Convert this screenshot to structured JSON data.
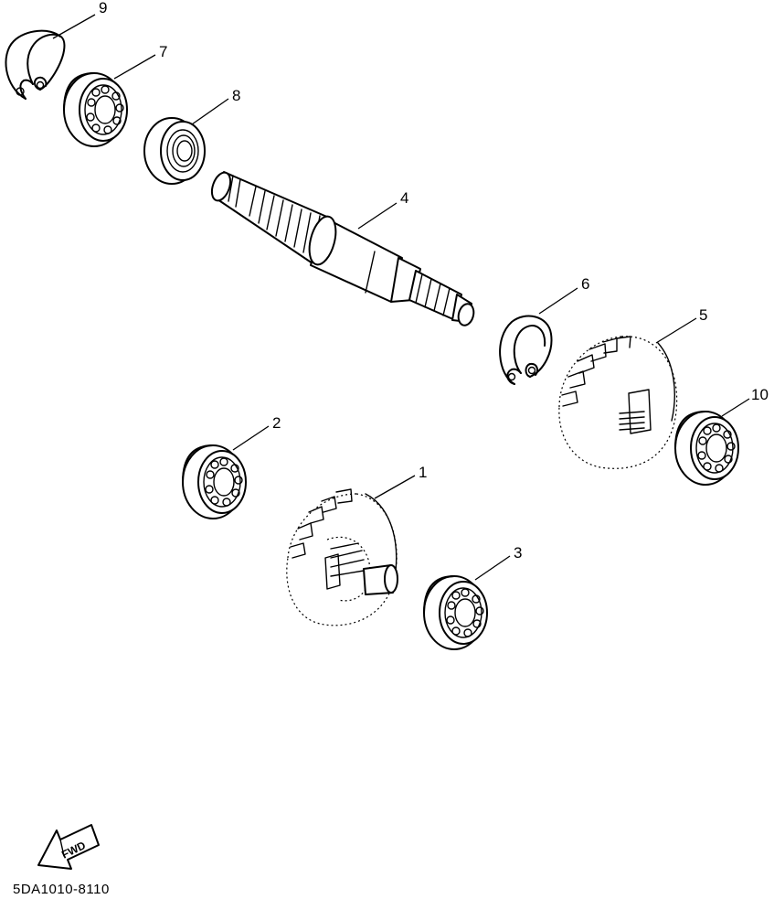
{
  "diagram": {
    "code": "5DA1010-8110",
    "fwd_label": "FWD",
    "callouts": [
      {
        "id": "1",
        "text": "1"
      },
      {
        "id": "2",
        "text": "2"
      },
      {
        "id": "3",
        "text": "3"
      },
      {
        "id": "4",
        "text": "4"
      },
      {
        "id": "5",
        "text": "5"
      },
      {
        "id": "6",
        "text": "6"
      },
      {
        "id": "7",
        "text": "7"
      },
      {
        "id": "8",
        "text": "8"
      },
      {
        "id": "9",
        "text": "9"
      },
      {
        "id": "10",
        "text": "10"
      }
    ]
  }
}
